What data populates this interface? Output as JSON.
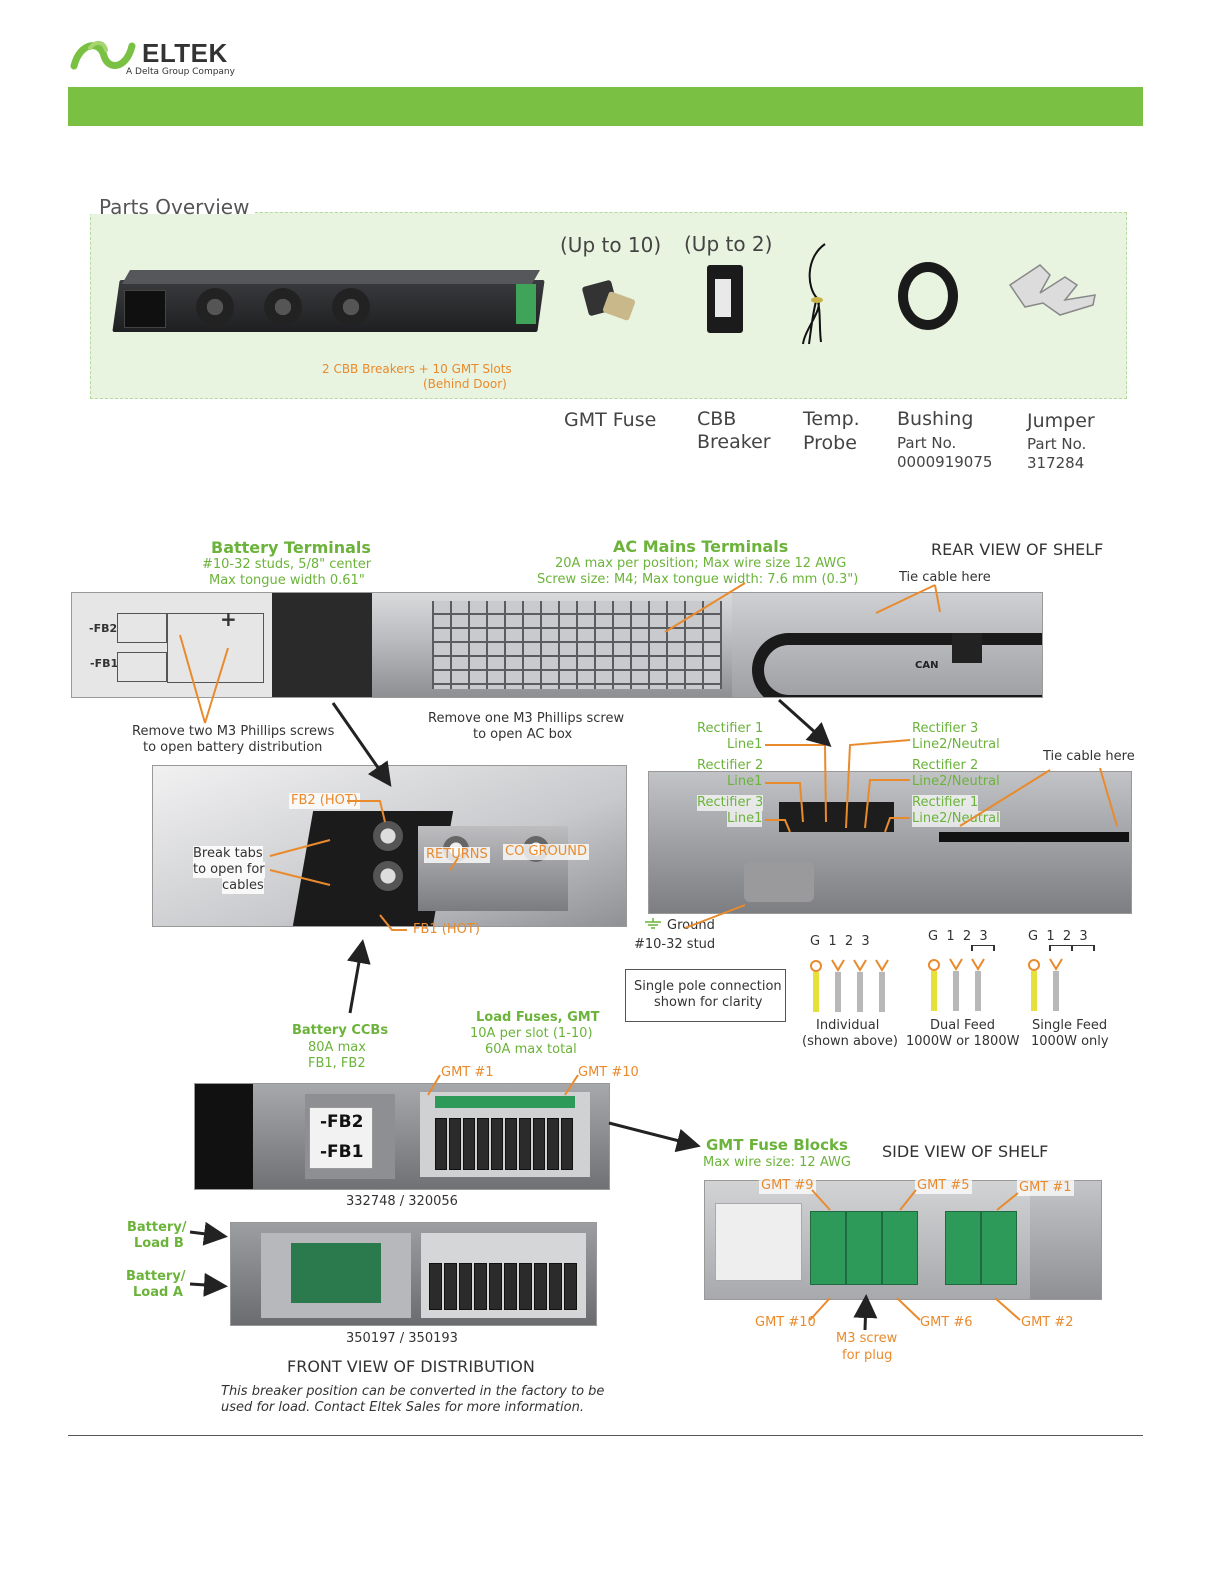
{
  "brand": {
    "name": "ELTEK",
    "tagline": "A Delta Group Company",
    "colors": {
      "green": "#7ac143",
      "orange": "#e98a2c",
      "gray": "#333333"
    }
  },
  "parts_overview": {
    "title": "Parts Overview",
    "shelf_caption_1": "2 CBB Breakers + 10 GMT Slots",
    "shelf_caption_2": "(Behind Door)",
    "gmt_qty": "(Up to 10)",
    "cbb_qty": "(Up to 2)",
    "items": [
      {
        "line1": "GMT Fuse"
      },
      {
        "line1": "CBB",
        "line2": "Breaker"
      },
      {
        "line1": "Temp.",
        "line2": "Probe"
      },
      {
        "line1": "Bushing",
        "part_label": "Part No.",
        "part_no": "0000919075"
      },
      {
        "line1": "Jumper",
        "part_label": "Part No.",
        "part_no": "317284"
      }
    ]
  },
  "rear": {
    "battery_title": "Battery Terminals",
    "battery_l1": "#10-32 studs, 5/8\" center",
    "battery_l2": "Max tongue width 0.61\"",
    "ac_title": "AC Mains Terminals",
    "ac_l1": "20A max per position; Max wire size 12 AWG",
    "ac_l2": "Screw size:  M4; Max tongue width:  7.6 mm (0.3\")",
    "view_title": "REAR VIEW OF SHELF",
    "tie_cable": "Tie cable here",
    "fb2": "-FB2",
    "fb1": "-FB1",
    "plus": "+",
    "can": "CAN",
    "remove_two_l1": "Remove two M3 Phillips screws",
    "remove_two_l2": "to open battery distribution",
    "remove_one_l1": "Remove one M3 Phillips screw",
    "remove_one_l2": "to open AC box"
  },
  "battery_detail": {
    "fb2_hot": "FB2 (HOT)",
    "fb1_hot": "FB1 (HOT)",
    "returns": "RETURNS",
    "co_ground": "CO GROUND",
    "break_l1": "Break tabs",
    "break_l2": "to open for",
    "break_l3": "cables"
  },
  "ac_detail": {
    "left": [
      {
        "a": "Rectifier 1",
        "b": "Line1"
      },
      {
        "a": "Rectifier 2",
        "b": "Line1"
      },
      {
        "a": "Rectifier 3",
        "b": "Line1"
      }
    ],
    "right": [
      {
        "a": "Rectifier 3",
        "b": "Line2/Neutral"
      },
      {
        "a": "Rectifier 2",
        "b": "Line2/Neutral"
      },
      {
        "a": "Rectifier 1",
        "b": "Line2/Neutral"
      }
    ],
    "tie_cable": "Tie cable here",
    "ground": "Ground",
    "ground_stud": "#10-32 stud",
    "single_pole_l1": "Single pole connection",
    "single_pole_l2": "shown for clarity"
  },
  "feed": [
    {
      "labels": "G  1  2  3",
      "name": "Individual",
      "sub": "(shown above)"
    },
    {
      "labels": "G  1  2  3",
      "name": "Dual Feed",
      "sub": "1000W or 1800W"
    },
    {
      "labels": "G  1  2  3",
      "name": "Single Feed",
      "sub": "1000W only"
    }
  ],
  "front": {
    "ccb_title": "Battery CCBs",
    "ccb_l1": "80A max",
    "ccb_l2": "FB1, FB2",
    "fuses_title": "Load Fuses, GMT",
    "fuses_l1": "10A per slot (1-10)",
    "fuses_l2": "60A max total",
    "gmt1": "GMT #1",
    "gmt10": "GMT #10",
    "fb2": "-FB2",
    "fb1": "-FB1",
    "model_1": "332748 / 320056",
    "model_2": "350197 / 350193",
    "batt_b_l1": "Battery/",
    "batt_b_l2": "Load B",
    "batt_a_l1": "Battery/",
    "batt_a_l2": "Load A",
    "view_title": "FRONT VIEW OF DISTRIBUTION",
    "note_l1": "This breaker position can be converted in the factory to be",
    "note_l2": "used for load. Contact Eltek Sales for more information."
  },
  "side": {
    "blocks_title": "GMT Fuse Blocks",
    "blocks_l1": "Max wire size:  12 AWG",
    "view_title": "SIDE VIEW OF SHELF",
    "gmt9": "GMT #9",
    "gmt5": "GMT #5",
    "gmt1": "GMT #1",
    "gmt10": "GMT #10",
    "gmt6": "GMT #6",
    "gmt2": "GMT #2",
    "m3_l1": "M3 screw",
    "m3_l2": "for plug"
  }
}
